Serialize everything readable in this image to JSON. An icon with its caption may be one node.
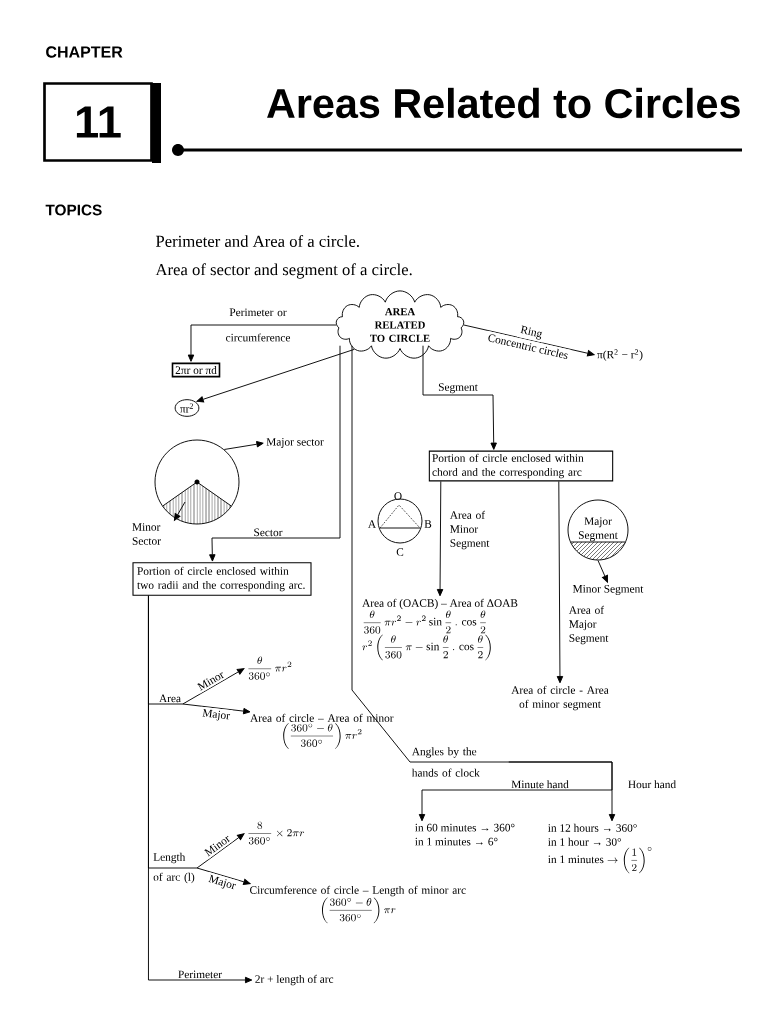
{
  "diagram": {
    "title": "Areas Related to Circles",
    "nodes": [
      {
        "text": [
          "11"
        ]
      },
      {
        "text": [
          "AREA RELATED TO CIRCLE"
        ]
      },
      {
        "text": [
          "2πr or πd"
        ]
      },
      {
        "text": [
          "πr$^{2}$"
        ]
      },
      {
        "text": [
          "π(R$^{2}$ − r$^{2}$)"
        ]
      },
      {
        "text": [],
        "shape": "circle"
      },
      {
        "text": [
          "Major sector"
        ]
      },
      {
        "text": [
          "Minor Sector"
        ]
      },
      {
        "text": [
          "Portion of circle enclosed within two radii and the corresponding arc."
        ]
      },
      {
        "text": [
          "Portion of circle enclosed within chord and the corresponding arc"
        ]
      },
      {
        "text": [
          "Major Segment"
        ]
      },
      {
        "text": [
          "Minor Segment"
        ]
      },
      {
        "text": [
          "Area of (OACB) – Area of ΔOAB",
          "\\frac{\\theta}{360}\\,\\pi r^{2}-r^{2}\\sin\\frac{\\theta}{2}\\,.\\,\\cos\\frac{\\theta}{2}",
          "r^{2}\\left(\\frac{\\theta}{360}\\,\\pi-\\sin\\frac{\\theta}{2}\\,.\\,\\cos\\frac{\\theta}{2}\\right)"
        ]
      },
      {
        "text": [
          "Area of circle - Area of minor segment"
        ]
      },
      {
        "text": [
          "Angles by the hands of clock"
        ]
      },
      {
        "text": [
          "in 60 minutes → 360°",
          "in 1 minutes → 6°"
        ]
      },
      {
        "text": [
          "in 12 hours → 360°",
          "in 1 hour → 30°",
          "\\text{in 1 minutes}\\rightarrow\\left(\\frac{1}{2}\\right)^{\\circ}"
        ]
      },
      {
        "text": [
          "Area"
        ]
      },
      {
        "text": [
          "\\frac{\\theta}{360^{\\circ}}\\,\\pi r^{2}"
        ]
      },
      {
        "text": [
          "Area of circle – Area of minor",
          "\\left(\\frac{360^{\\circ}-\\theta}{360^{\\circ}}\\right)\\pi r^{2}"
        ]
      },
      {
        "text": [
          "Length of arc (l)"
        ]
      },
      {
        "text": [
          "\\frac{8}{360^{\\circ}}\\times 2\\pi r"
        ]
      },
      {
        "text": [
          "Circumference of circle – Length of minor arc",
          "\\left(\\frac{360^{\\circ}-\\theta}{360^{\\circ}}\\right)\\pi r"
        ]
      },
      {
        "text": [
          "2r + length of arc"
        ]
      }
    ],
    "edges": [
      {
        "from": 1,
        "to": 2,
        "arrow": "to",
        "label": "Perimeter or circumference"
      },
      {
        "from": 1,
        "to": 3,
        "arrow": "to"
      },
      {
        "from": 1,
        "to": 4,
        "arrow": "to",
        "label": "Ring"
      },
      {
        "from": 1,
        "to": 9,
        "arrow": "to",
        "label": "Segment"
      },
      {
        "from": 1,
        "to": 8,
        "arrow": "to",
        "label": "Sector"
      },
      {
        "from": 1,
        "to": 14,
        "arrow": "none"
      },
      {
        "from": 5,
        "to": 6,
        "arrow": "to"
      },
      {
        "from": 5,
        "to": 7,
        "arrow": "to"
      },
      {
        "from": 9,
        "to": 12,
        "arrow": "to",
        "label": "Area of Minor Segment"
      },
      {
        "from": 9,
        "to": 13,
        "arrow": "to",
        "label": "Area of Major Segment"
      },
      {
        "from": 10,
        "to": 11,
        "arrow": "to"
      },
      {
        "from": 8,
        "to": 17,
        "arrow": "none"
      },
      {
        "from": 17,
        "to": 18,
        "arrow": "to",
        "label": "Minor"
      },
      {
        "from": 17,
        "to": 19,
        "arrow": "to",
        "label": "Major"
      },
      {
        "from": 8,
        "to": 20,
        "arrow": "none"
      },
      {
        "from": 20,
        "to": 21,
        "arrow": "to",
        "label": "Minor"
      },
      {
        "from": 20,
        "to": 22,
        "arrow": "to",
        "label": "Major"
      },
      {
        "from": 8,
        "to": 23,
        "arrow": "to",
        "label": "Perimeter"
      },
      {
        "from": 14,
        "to": 15,
        "arrow": "to",
        "label": "Minute hand"
      },
      {
        "from": 14,
        "to": 16,
        "arrow": "to",
        "label": "Hour hand"
      }
    ],
    "labels": [
      "CHAPTER",
      "TOPICS",
      "Perimeter and Area of a circle.",
      "Area of sector and segment of a circle.",
      "Concentric circles",
      "O",
      "A",
      "B",
      "C"
    ]
  }
}
